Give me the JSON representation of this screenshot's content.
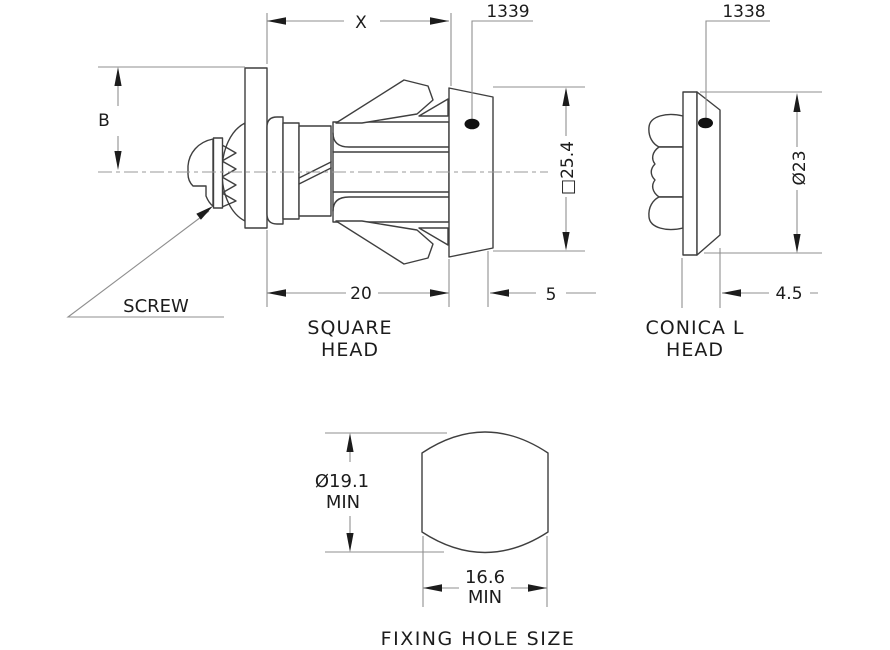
{
  "drawing": {
    "background_color": "#ffffff",
    "part_line_color": "#3f3f3f",
    "dimension_line_color": "#8f8f8f",
    "text_color": "#1c1c1c"
  },
  "side_view": {
    "part_number": "1339",
    "dim_grip_letter": "X",
    "dim_cam_offset_letter": "B",
    "screw_label": "SCREW",
    "dim_body_length": "20",
    "dim_head_depth": "5",
    "dim_head_square": "□25.4",
    "caption_line1": "SQUARE",
    "caption_line2": "HEAD"
  },
  "conical_view": {
    "part_number": "1338",
    "dim_head_diameter": "Ø23",
    "dim_head_depth": "4.5",
    "caption_line1": "CONICA L",
    "caption_line2": "HEAD"
  },
  "hole_view": {
    "dim_diameter_line1": "Ø19.1",
    "dim_diameter_line2": "MIN",
    "dim_width_line1": "16.6",
    "dim_width_line2": "MIN",
    "caption": "FIXING HOLE SIZE"
  }
}
